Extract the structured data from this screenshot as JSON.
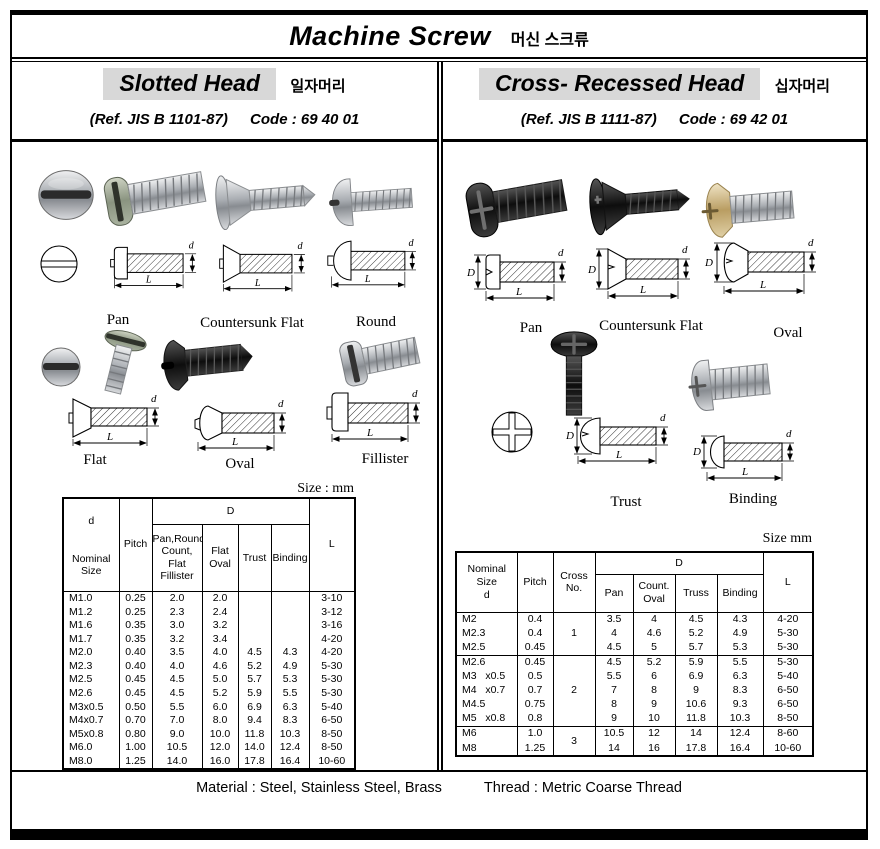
{
  "title": {
    "en": "Machine Screw",
    "kr": "머신 스크류"
  },
  "dims": {
    "d": "d",
    "D": "D",
    "L": "L"
  },
  "left": {
    "heading": "Slotted Head",
    "heading_kr": "일자머리",
    "ref": "(Ref. JIS B 1101-87)",
    "code": "Code : 69 40 01",
    "size_note": "Size : mm",
    "labels": {
      "pan": "Pan",
      "countersunk_flat": "Countersunk Flat",
      "round": "Round",
      "flat": "Flat",
      "oval": "Oval",
      "fillister": "Fillister"
    },
    "table": {
      "h_d": "d",
      "h_nominal": "Nominal\nSize",
      "h_pitch": "Pitch",
      "h_D": "D",
      "h_L": "L",
      "h_col1": "Pan,Round\nCount, Flat\nFillister",
      "h_col2": "Flat\nOval",
      "h_trust": "Trust",
      "h_binding": "Binding",
      "rows": [
        [
          "M1.0",
          "0.25",
          "2.0",
          "2.0",
          "",
          "",
          "3-10"
        ],
        [
          "M1.2",
          "0.25",
          "2.3",
          "2.4",
          "",
          "",
          "3-12"
        ],
        [
          "M1.6",
          "0.35",
          "3.0",
          "3.2",
          "",
          "",
          "3-16"
        ],
        [
          "M1.7",
          "0.35",
          "3.2",
          "3.4",
          "",
          "",
          "4-20"
        ],
        [
          "M2.0",
          "0.40",
          "3.5",
          "4.0",
          "4.5",
          "4.3",
          "4-20"
        ],
        [
          "M2.3",
          "0.40",
          "4.0",
          "4.6",
          "5.2",
          "4.9",
          "5-30"
        ],
        [
          "M2.5",
          "0.45",
          "4.5",
          "5.0",
          "5.7",
          "5.3",
          "5-30"
        ],
        [
          "M2.6",
          "0.45",
          "4.5",
          "5.2",
          "5.9",
          "5.5",
          "5-30"
        ],
        [
          "M3x0.5",
          "0.50",
          "5.5",
          "6.0",
          "6.9",
          "6.3",
          "5-40"
        ],
        [
          "M4x0.7",
          "0.70",
          "7.0",
          "8.0",
          "9.4",
          "8.3",
          "6-50"
        ],
        [
          "M5x0.8",
          "0.80",
          "9.0",
          "10.0",
          "11.8",
          "10.3",
          "8-50"
        ],
        [
          "M6.0",
          "1.00",
          "10.5",
          "12.0",
          "14.0",
          "12.4",
          "8-50"
        ],
        [
          "M8.0",
          "1.25",
          "14.0",
          "16.0",
          "17.8",
          "16.4",
          "10-60"
        ]
      ]
    }
  },
  "right": {
    "heading": "Cross- Recessed Head",
    "heading_kr": "십자머리",
    "ref": "(Ref. JIS B 1111-87)",
    "code": "Code : 69 42 01",
    "size_note": "Size mm",
    "labels": {
      "pan": "Pan",
      "countersunk_flat": "Countersunk Flat",
      "oval": "Oval",
      "trust": "Trust",
      "binding": "Binding"
    },
    "table": {
      "h_nominal": "Nominal\nSize\nd",
      "h_pitch": "Pitch",
      "h_cross": "Cross\nNo.",
      "h_D": "D",
      "h_L": "L",
      "h_pan": "Pan",
      "h_count_oval": "Count.\nOval",
      "h_truss": "Truss",
      "h_binding": "Binding",
      "groups": [
        {
          "cross": "1",
          "rows": [
            [
              "M2",
              "0.4",
              "3.5",
              "4",
              "4.5",
              "4.3",
              "4-20"
            ],
            [
              "M2.3",
              "0.4",
              "4",
              "4.6",
              "5.2",
              "4.9",
              "5-30"
            ],
            [
              "M2.5",
              "0.45",
              "4.5",
              "5",
              "5.7",
              "5.3",
              "5-30"
            ]
          ]
        },
        {
          "cross": "2",
          "rows": [
            [
              "M2.6",
              "0.45",
              "4.5",
              "5.2",
              "5.9",
              "5.5",
              "5-30"
            ],
            [
              "M3   x0.5",
              "0.5",
              "5.5",
              "6",
              "6.9",
              "6.3",
              "5-40"
            ],
            [
              "M4   x0.7",
              "0.7",
              "7",
              "8",
              "9",
              "8.3",
              "6-50"
            ],
            [
              "M4.5",
              "0.75",
              "8",
              "9",
              "10.6",
              "9.3",
              "6-50"
            ],
            [
              "M5   x0.8",
              "0.8",
              "9",
              "10",
              "11.8",
              "10.3",
              "8-50"
            ]
          ]
        },
        {
          "cross": "3",
          "rows": [
            [
              "M6",
              "1.0",
              "10.5",
              "12",
              "14",
              "12.4",
              "8-60"
            ],
            [
              "M8",
              "1.25",
              "14",
              "16",
              "17.8",
              "16.4",
              "10-60"
            ]
          ]
        }
      ]
    }
  },
  "footer": {
    "material": "Material : Steel, Stainless Steel, Brass",
    "thread": "Thread : Metric Coarse Thread"
  }
}
